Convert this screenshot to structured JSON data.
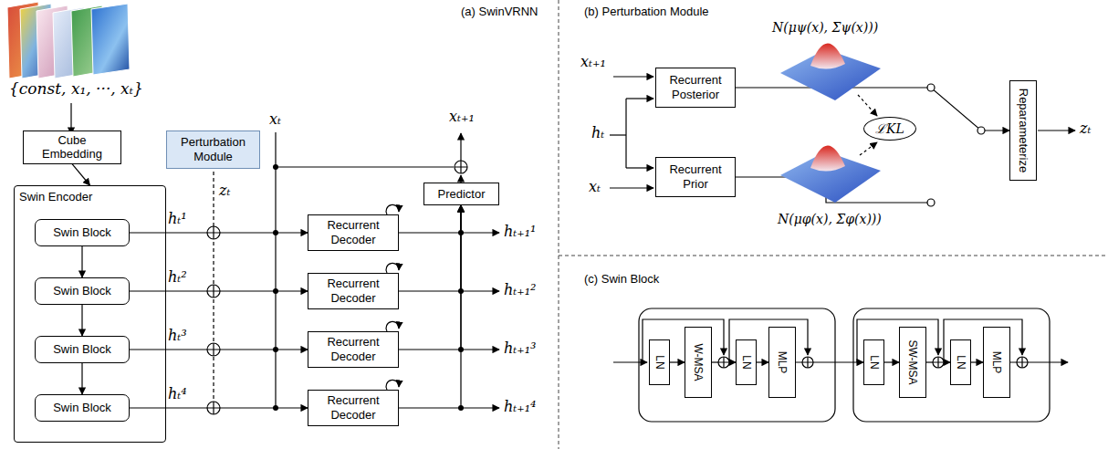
{
  "diagram": {
    "nodes": [
      {
        "text": [
          "Cube Embedding"
        ]
      },
      {
        "text": [
          "Perturbation Module"
        ]
      },
      {
        "text": [
          "Swin Encoder"
        ]
      },
      {
        "text": [
          "Swin Block"
        ],
        "in": 2
      },
      {
        "text": [
          "Swin Block"
        ],
        "in": 2
      },
      {
        "text": [
          "Swin Block"
        ],
        "in": 2
      },
      {
        "text": [
          "Swin Block"
        ],
        "in": 2
      },
      {
        "text": [
          "Recurrent Decoder"
        ]
      },
      {
        "text": [
          "Recurrent Decoder"
        ]
      },
      {
        "text": [
          "Recurrent Decoder"
        ]
      },
      {
        "text": [
          "Recurrent Decoder"
        ]
      },
      {
        "text": [
          "Predictor"
        ]
      },
      {
        "text": [
          "Recurrent Posterior"
        ]
      },
      {
        "text": [
          "Recurrent Prior"
        ]
      },
      {
        "text": [
          "ℒKL"
        ]
      },
      {
        "text": [
          "Reparameterize"
        ]
      },
      {
        "text": [
          "LN"
        ]
      },
      {
        "text": [
          "W-MSA"
        ]
      },
      {
        "text": [
          "LN"
        ]
      },
      {
        "text": [
          "MLP"
        ]
      },
      {
        "text": [
          "LN"
        ]
      },
      {
        "text": [
          "SW-MSA"
        ]
      },
      {
        "text": [
          "LN"
        ]
      },
      {
        "text": [
          "MLP"
        ]
      }
    ],
    "edges": [
      {
        "from": 0,
        "to": 2,
        "arrow": "to"
      },
      {
        "from": 3,
        "to": 4,
        "arrow": "to"
      },
      {
        "from": 4,
        "to": 5,
        "arrow": "to"
      },
      {
        "from": 5,
        "to": 6,
        "arrow": "to"
      },
      {
        "from": 3,
        "to": 7,
        "arrow": "to"
      },
      {
        "from": 4,
        "to": 8,
        "arrow": "to"
      },
      {
        "from": 5,
        "to": 9,
        "arrow": "to"
      },
      {
        "from": 6,
        "to": 10,
        "arrow": "to"
      },
      {
        "from": 7,
        "to": 11,
        "arrow": "to"
      },
      {
        "from": 8,
        "to": 11,
        "arrow": "to"
      },
      {
        "from": 9,
        "to": 11,
        "arrow": "to"
      },
      {
        "from": 10,
        "to": 11,
        "arrow": "to"
      },
      {
        "from": 12,
        "to": 15,
        "arrow": "to"
      },
      {
        "from": 16,
        "to": 17,
        "arrow": "to"
      },
      {
        "from": 17,
        "to": 18,
        "arrow": "to"
      },
      {
        "from": 18,
        "to": 19,
        "arrow": "to"
      },
      {
        "from": 19,
        "to": 20,
        "arrow": "to"
      },
      {
        "from": 20,
        "to": 21,
        "arrow": "to"
      },
      {
        "from": 21,
        "to": 22,
        "arrow": "to"
      },
      {
        "from": 22,
        "to": 23,
        "arrow": "to"
      }
    ],
    "labels": [
      "(a) SwinVRNN",
      "{const, x₁, ···, xₜ}",
      "xₜ",
      "xₜ₊₁",
      "zₜ",
      "hₜ¹",
      "hₜ²",
      "hₜ³",
      "hₜ⁴",
      "hₜ₊₁¹",
      "hₜ₊₁²",
      "hₜ₊₁³",
      "hₜ₊₁⁴",
      "(b) Perturbation Module",
      "xₜ₊₁",
      "hₜ",
      "xₜ",
      "N(μψ(x), Σψ(x)))",
      "N(μφ(x), Σφ(x)))",
      "zₜ",
      "(c) Swin Block"
    ]
  }
}
